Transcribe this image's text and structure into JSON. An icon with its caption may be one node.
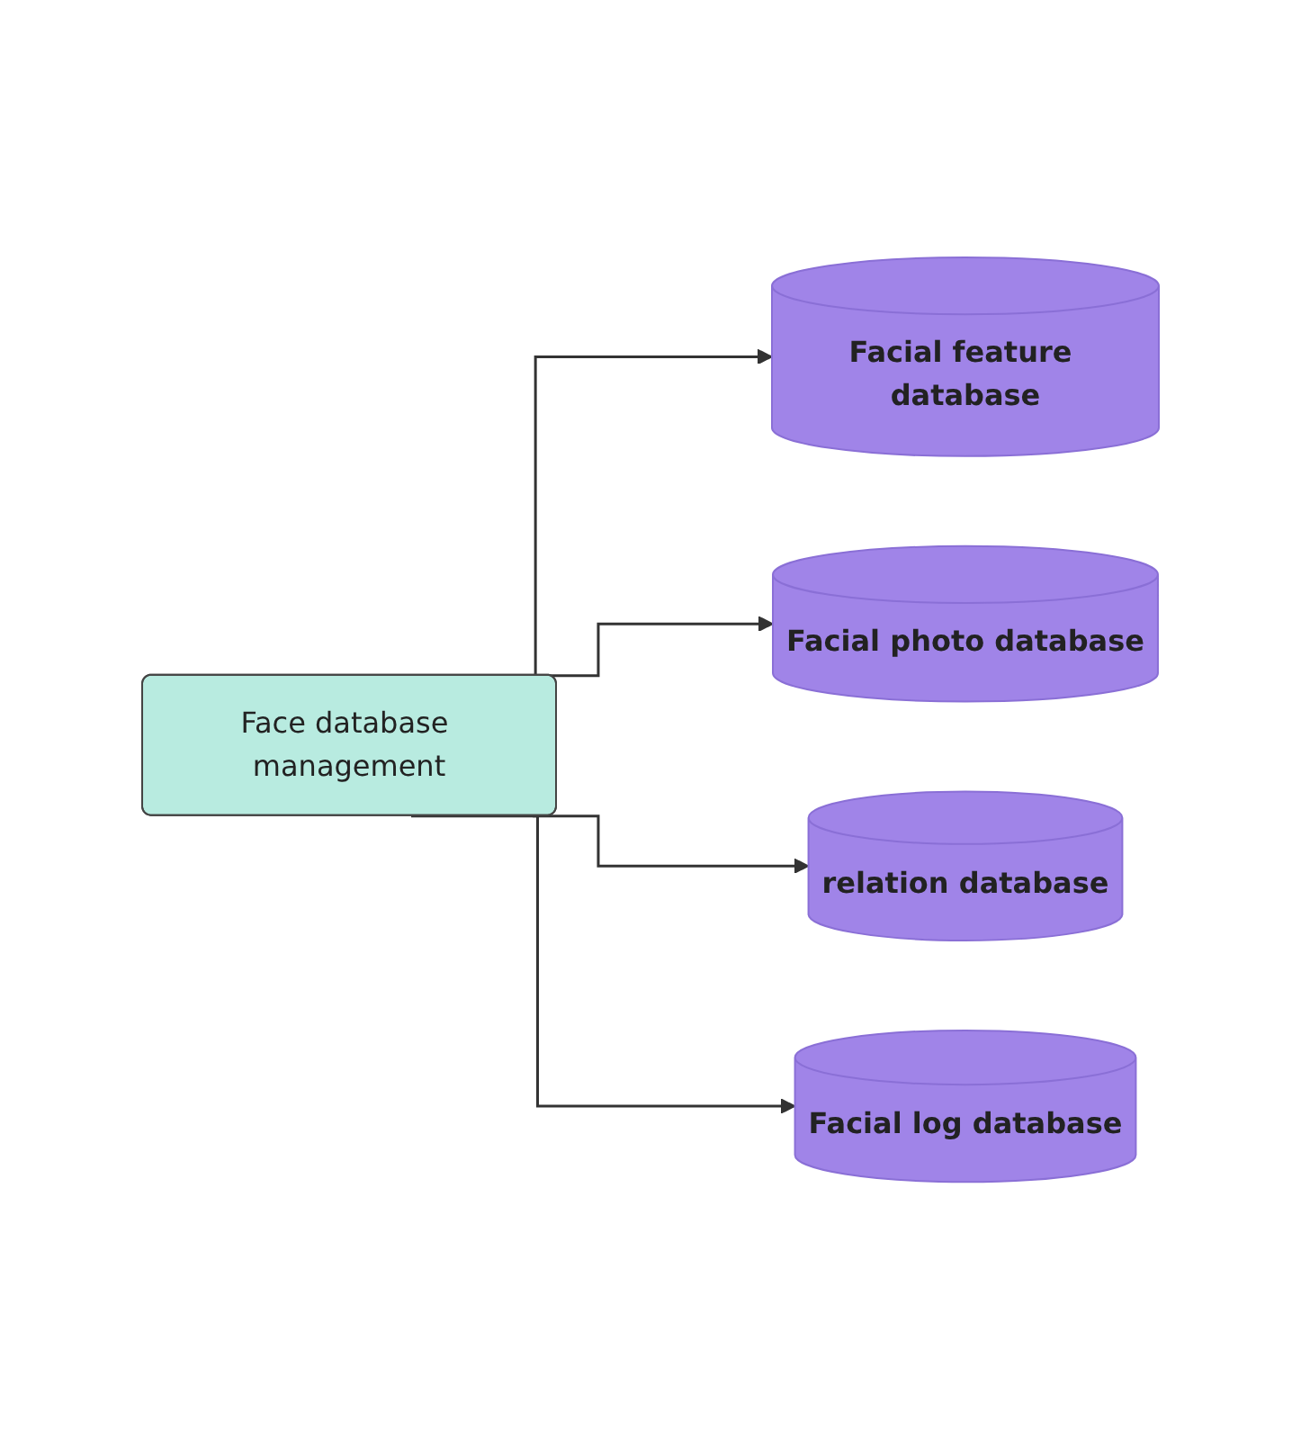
{
  "diagram": {
    "nodes": [
      {
        "text": [
          "Face database management"
        ]
      },
      {
        "text": [
          "Facial feature database"
        ]
      },
      {
        "text": [
          "Facial photo database"
        ]
      },
      {
        "text": [
          "relation database"
        ]
      },
      {
        "text": [
          "Facial log database"
        ]
      }
    ],
    "edges": [
      {
        "from": 0,
        "to": 1,
        "arrow": "to"
      },
      {
        "from": 0,
        "to": 2,
        "arrow": "to"
      },
      {
        "from": 0,
        "to": 3,
        "arrow": "to"
      },
      {
        "from": 0,
        "to": 4,
        "arrow": "to"
      }
    ]
  }
}
